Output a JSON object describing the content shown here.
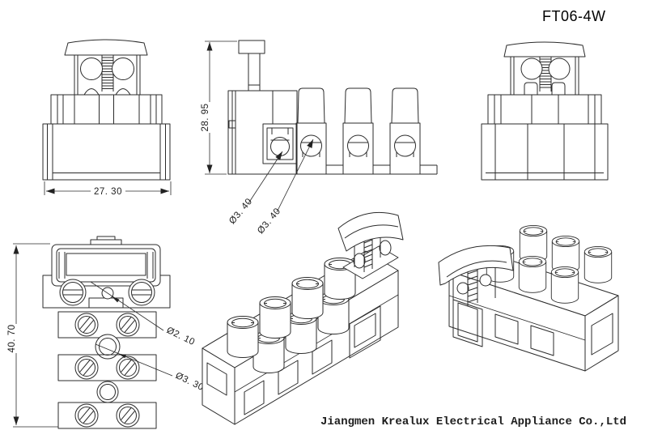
{
  "title": "FT06-4W",
  "company": "Jiangmen Krealux Electrical Appliance Co.,Ltd",
  "dims": {
    "front_width": "27. 30",
    "side_height": "28. 95",
    "fuse_hole": "Ø3. 40",
    "terminal_hole": "Ø3. 40",
    "top_length": "40. 70",
    "top_small_hole": "Ø2. 10",
    "top_mid_hole": "Ø3. 30"
  }
}
